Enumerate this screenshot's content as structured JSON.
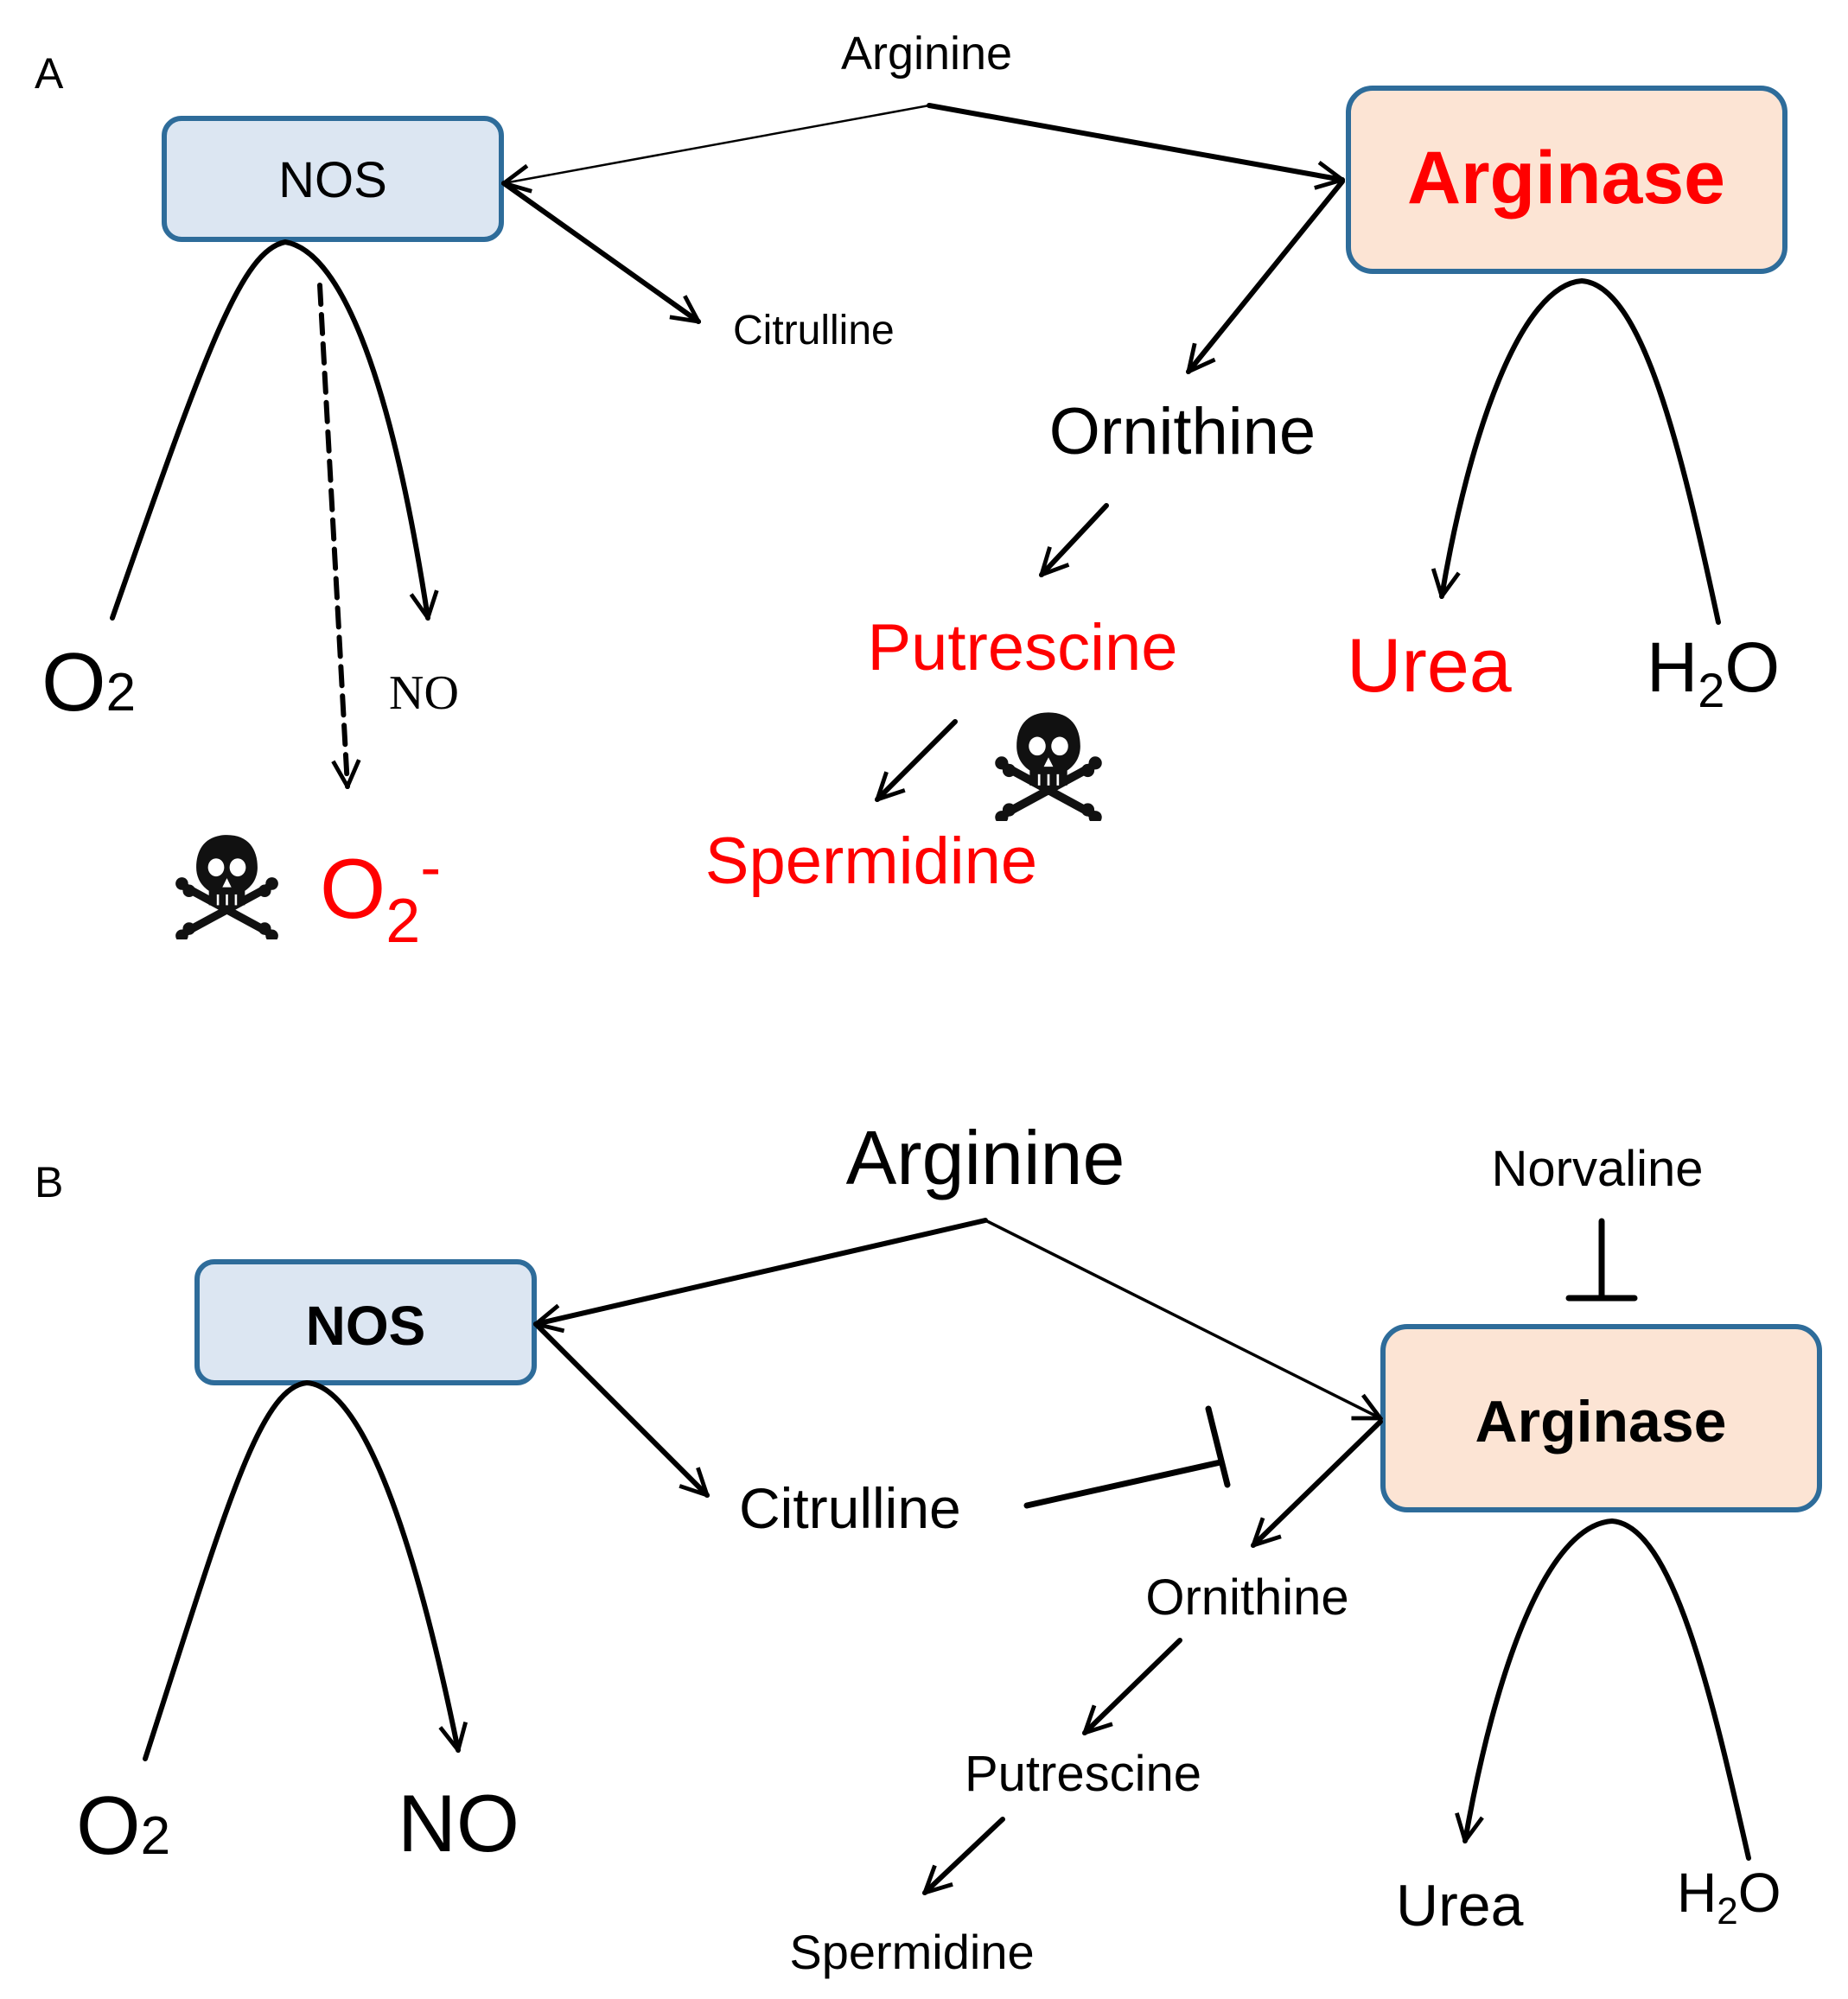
{
  "colors": {
    "nos_fill": "#dce6f2",
    "arginase_fill": "#fce4d4",
    "box_border": "#2e6c9a",
    "highlight": "#ff0000",
    "text": "#000000"
  },
  "panel_a": {
    "label": "A",
    "arginine": "Arginine",
    "nos": "NOS",
    "arginase": "Arginase",
    "citrulline": "Citrulline",
    "ornithine": "Ornithine",
    "putrescine": "Putrescine",
    "spermidine": "Spermidine",
    "o2_base": "O",
    "o2_sub": "2",
    "no": "NO",
    "superoxide_base": "O",
    "superoxide_sub": "2",
    "superoxide_sup": "-",
    "urea": "Urea",
    "h2o_h": "H",
    "h2o_sub": "2",
    "h2o_o": "O",
    "toxicity_icons": [
      "skull-crossbones-icon",
      "skull-crossbones-icon"
    ]
  },
  "panel_b": {
    "label": "B",
    "arginine": "Arginine",
    "nos": "NOS",
    "arginase": "Arginase",
    "norvaline": "Norvaline",
    "citrulline": "Citrulline",
    "ornithine": "Ornithine",
    "putrescine": "Putrescine",
    "spermidine": "Spermidine",
    "o2_base": "O",
    "o2_sub": "2",
    "no": "NO",
    "urea": "Urea",
    "h2o_h": "H",
    "h2o_sub": "2",
    "h2o_o": "O"
  }
}
